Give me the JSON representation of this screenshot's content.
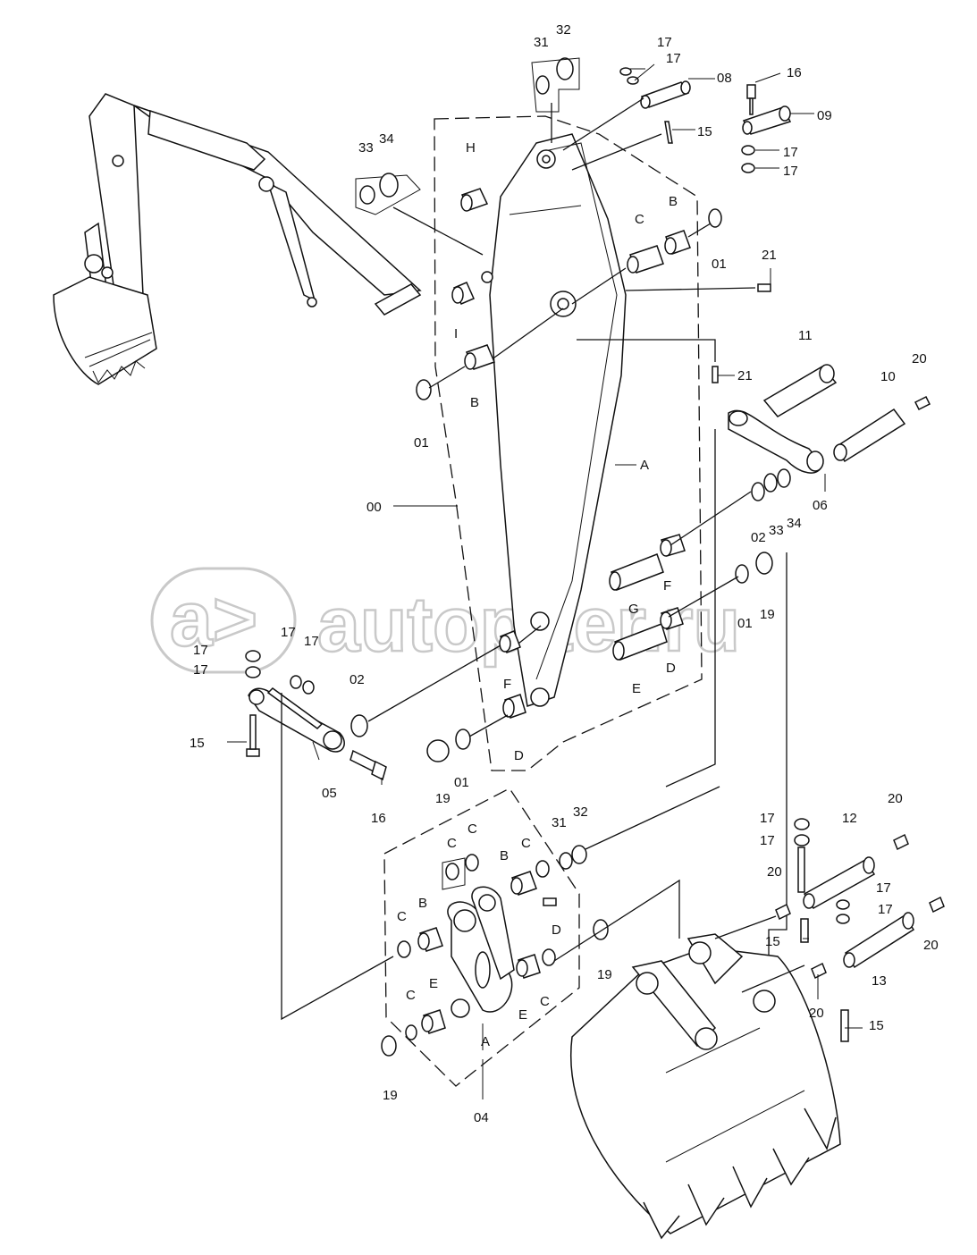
{
  "watermark": {
    "text": "autopiter.ru",
    "logo": "a>"
  },
  "callouts": [
    {
      "id": "c31a",
      "text": "31"
    },
    {
      "id": "c32a",
      "text": "32"
    },
    {
      "id": "c17a",
      "text": "17"
    },
    {
      "id": "c17b",
      "text": "17"
    },
    {
      "id": "c08",
      "text": "08"
    },
    {
      "id": "c16a",
      "text": "16"
    },
    {
      "id": "c09",
      "text": "09"
    },
    {
      "id": "c15a",
      "text": "15"
    },
    {
      "id": "c17c",
      "text": "17"
    },
    {
      "id": "c17d",
      "text": "17"
    },
    {
      "id": "c33a",
      "text": "33"
    },
    {
      "id": "c34a",
      "text": "34"
    },
    {
      "id": "cH",
      "text": "H"
    },
    {
      "id": "cB1",
      "text": "B"
    },
    {
      "id": "cC1",
      "text": "C"
    },
    {
      "id": "c01a",
      "text": "01"
    },
    {
      "id": "c21a",
      "text": "21"
    },
    {
      "id": "cI",
      "text": "I"
    },
    {
      "id": "cB2",
      "text": "B"
    },
    {
      "id": "c01b",
      "text": "01"
    },
    {
      "id": "c21b",
      "text": "21"
    },
    {
      "id": "c11",
      "text": "11"
    },
    {
      "id": "c20a",
      "text": "20"
    },
    {
      "id": "c10",
      "text": "10"
    },
    {
      "id": "cA1",
      "text": "A"
    },
    {
      "id": "c00",
      "text": "00"
    },
    {
      "id": "c06",
      "text": "06"
    },
    {
      "id": "c02a",
      "text": "02"
    },
    {
      "id": "c33b",
      "text": "33"
    },
    {
      "id": "c34b",
      "text": "34"
    },
    {
      "id": "cF1",
      "text": "F"
    },
    {
      "id": "cG",
      "text": "G"
    },
    {
      "id": "c01c",
      "text": "01"
    },
    {
      "id": "c19a",
      "text": "19"
    },
    {
      "id": "cD1",
      "text": "D"
    },
    {
      "id": "cE1",
      "text": "E"
    },
    {
      "id": "cF2",
      "text": "F"
    },
    {
      "id": "c17e",
      "text": "17"
    },
    {
      "id": "c17f",
      "text": "17"
    },
    {
      "id": "c17g",
      "text": "17"
    },
    {
      "id": "c17h",
      "text": "17"
    },
    {
      "id": "c02b",
      "text": "02"
    },
    {
      "id": "c15b",
      "text": "15"
    },
    {
      "id": "c05",
      "text": "05"
    },
    {
      "id": "c16b",
      "text": "16"
    },
    {
      "id": "c19b",
      "text": "19"
    },
    {
      "id": "c01d",
      "text": "01"
    },
    {
      "id": "cD2",
      "text": "D"
    },
    {
      "id": "c31b",
      "text": "31"
    },
    {
      "id": "c32b",
      "text": "32"
    },
    {
      "id": "cC2",
      "text": "C"
    },
    {
      "id": "cC3",
      "text": "C"
    },
    {
      "id": "cB3",
      "text": "B"
    },
    {
      "id": "cC4",
      "text": "C"
    },
    {
      "id": "cC5",
      "text": "C"
    },
    {
      "id": "cB4",
      "text": "B"
    },
    {
      "id": "cD3",
      "text": "D"
    },
    {
      "id": "c19c",
      "text": "19"
    },
    {
      "id": "cC6",
      "text": "C"
    },
    {
      "id": "cE2",
      "text": "E"
    },
    {
      "id": "cA2",
      "text": "A"
    },
    {
      "id": "cE3",
      "text": "E"
    },
    {
      "id": "cC7",
      "text": "C"
    },
    {
      "id": "c19d",
      "text": "19"
    },
    {
      "id": "c04",
      "text": "04"
    },
    {
      "id": "c17i",
      "text": "17"
    },
    {
      "id": "c17j",
      "text": "17"
    },
    {
      "id": "c12",
      "text": "12"
    },
    {
      "id": "c20b",
      "text": "20"
    },
    {
      "id": "c20c",
      "text": "20"
    },
    {
      "id": "c17k",
      "text": "17"
    },
    {
      "id": "c17l",
      "text": "17"
    },
    {
      "id": "c15c",
      "text": "15"
    },
    {
      "id": "c20d",
      "text": "20"
    },
    {
      "id": "c13",
      "text": "13"
    },
    {
      "id": "c20e",
      "text": "20"
    },
    {
      "id": "c15d",
      "text": "15"
    }
  ]
}
